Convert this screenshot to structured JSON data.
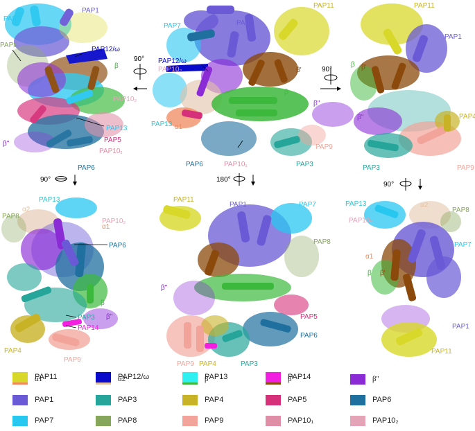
{
  "colors": {
    "alpha1": "#f08a5d",
    "alpha2": "#e2c2a6",
    "beta": "#3cb93c",
    "beta_prime": "#8b4a0b",
    "beta_dprime": "#8a2bd6",
    "PAP1": "#6a5ad6",
    "PAP3": "#26a69a",
    "PAP4": "#c8b327",
    "PAP5": "#d6307a",
    "PAP6": "#1f6f9f",
    "PAP7": "#28c7f0",
    "PAP8": "#86a65b",
    "PAP9": "#f2a49a",
    "PAP10_1": "#e08ea6",
    "PAP10_2": "#e5a3b8",
    "PAP11": "#d8d82b",
    "PAP12": "#0a0acb",
    "PAP13": "#2ef0f0",
    "PAP14": "#f21ee0"
  },
  "legend": [
    {
      "label": "α1",
      "color": "#f08a5d"
    },
    {
      "label": "α2",
      "color": "#e2c2a6"
    },
    {
      "label": "β",
      "color": "#3cb93c"
    },
    {
      "label": "β'",
      "color": "#8b4a0b"
    },
    {
      "label": "β''",
      "color": "#8a2bd6"
    },
    {
      "label": "PAP1",
      "color": "#6a5ad6"
    },
    {
      "label": "PAP3",
      "color": "#26a69a"
    },
    {
      "label": "PAP4",
      "color": "#c8b327"
    },
    {
      "label": "PAP5",
      "color": "#d6307a"
    },
    {
      "label": "PAP6",
      "color": "#1f6f9f"
    },
    {
      "label": "PAP7",
      "color": "#28c7f0"
    },
    {
      "label": "PAP8",
      "color": "#86a65b"
    },
    {
      "label": "PAP9",
      "color": "#f2a49a"
    },
    {
      "label": "PAP10₁",
      "color": "#e08ea6"
    },
    {
      "label": "PAP10₂",
      "color": "#e5a3b8"
    },
    {
      "label": "PAP11",
      "color": "#d8d82b"
    },
    {
      "label": "PAP12/ω",
      "color": "#0a0acb"
    },
    {
      "label": "PAP13",
      "color": "#2ef0f0"
    },
    {
      "label": "PAP14",
      "color": "#f21ee0"
    }
  ],
  "rotations": {
    "r1": "90°",
    "r2": "90°",
    "r3": "90°",
    "r4": "180°",
    "r5": "90°"
  },
  "labels": {
    "p1": {
      "PAP1": "PAP1",
      "PAP7": "PAP7",
      "PAP8": "PAP8",
      "PAP12": "PAP12/ω",
      "beta": "β",
      "PAP10_2": "PAP10₂",
      "PAP13": "PAP13",
      "PAP5": "PAP5",
      "PAP10_1": "PAP10₁",
      "beta_dp": "β''",
      "PAP6": "PAP6"
    },
    "p2": {
      "PAP7": "PAP7",
      "PAP1": "PAP1",
      "PAP11": "PAP11",
      "PAP12": "PAP12/ω",
      "PAP10_2": "PAP10₂",
      "beta_p": "β'",
      "beta": "β",
      "beta_dp": "β''",
      "PAP13": "PAP13",
      "alpha1": "α1",
      "PAP9": "PAP9",
      "PAP6": "PAP6",
      "PAP10_1": "PAP10₁",
      "PAP3": "PAP3"
    },
    "p3": {
      "PAP11": "PAP11",
      "PAP1": "PAP1",
      "beta": "β",
      "beta_p": "β'",
      "PAP4": "PAP4",
      "beta_dp": "β''",
      "PAP3": "PAP3",
      "PAP9": "PAP9"
    },
    "p4": {
      "PAP13": "PAP13",
      "PAP8": "PAP8",
      "alpha2": "α2",
      "PAP10_2": "PAP10₂",
      "alpha1": "α1",
      "PAP6": "PAP6",
      "beta": "β",
      "beta_dp": "β''",
      "PAP3": "PAP3",
      "PAP14": "PAP14",
      "PAP4": "PAP4",
      "PAP9": "PAP9"
    },
    "p5": {
      "PAP11": "PAP11",
      "PAP1": "PAP1",
      "PAP7": "PAP7",
      "PAP8": "PAP8",
      "beta_dp": "β''",
      "PAP5": "PAP5",
      "PAP6": "PAP6",
      "PAP9": "PAP9",
      "PAP4": "PAP4",
      "PAP3": "PAP3"
    },
    "p6": {
      "PAP13": "PAP13",
      "alpha2": "α2",
      "PAP8": "PAP8",
      "PAP10_2": "PAP10₂",
      "PAP7": "PAP7",
      "alpha1": "α1",
      "beta": "β",
      "beta_p": "β'",
      "PAP1": "PAP1",
      "PAP11": "PAP11"
    }
  }
}
